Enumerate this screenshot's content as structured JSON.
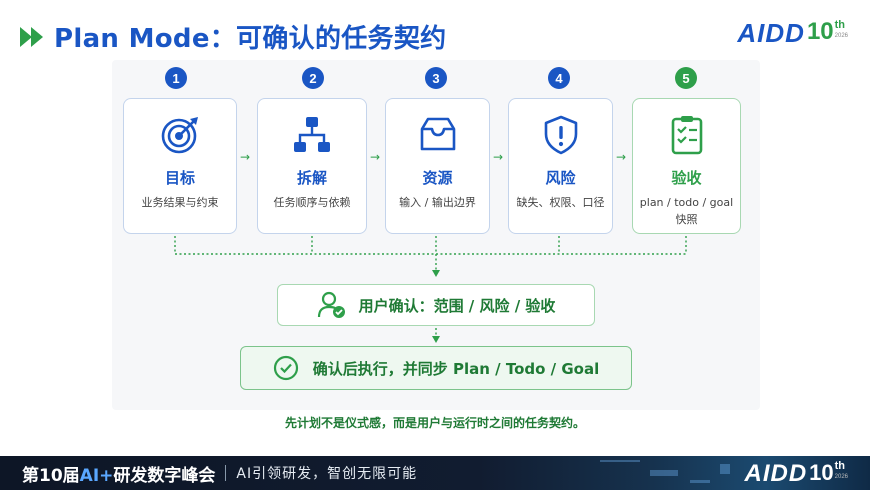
{
  "header": {
    "title": "Plan Mode：可确认的任务契约",
    "logo_text": "AIDD",
    "logo_ten": "10",
    "logo_th": "th",
    "logo_year": "2026"
  },
  "steps": [
    {
      "number": "1",
      "title": "目标",
      "desc": "业务结果与约束",
      "icon": "target-icon"
    },
    {
      "number": "2",
      "title": "拆解",
      "desc": "任务顺序与依赖",
      "icon": "hierarchy-icon"
    },
    {
      "number": "3",
      "title": "资源",
      "desc": "输入 / 输出边界",
      "icon": "inbox-icon"
    },
    {
      "number": "4",
      "title": "风险",
      "desc": "缺失、权限、口径",
      "icon": "shield-alert-icon"
    },
    {
      "number": "5",
      "title": "验收",
      "desc": "plan / todo / goal 快照",
      "icon": "checklist-icon"
    }
  ],
  "confirm": {
    "text": "用户确认：范围 / 风险 / 验收",
    "icon": "user-check-icon"
  },
  "final": {
    "text": "确认后执行，并同步 Plan / Todo / Goal",
    "icon": "check-circle-icon"
  },
  "footnote": "先计划不是仪式感，而是用户与运行时之间的任务契约。",
  "footer": {
    "conf_prefix": "第10届",
    "conf_ai": "AI+",
    "conf_suffix": "研发数字峰会",
    "slogan": "AI引领研发，智创无限可能"
  },
  "colors": {
    "primary": "#1a56c4",
    "accent": "#2e9f4a",
    "dark_green": "#1f7a35"
  }
}
